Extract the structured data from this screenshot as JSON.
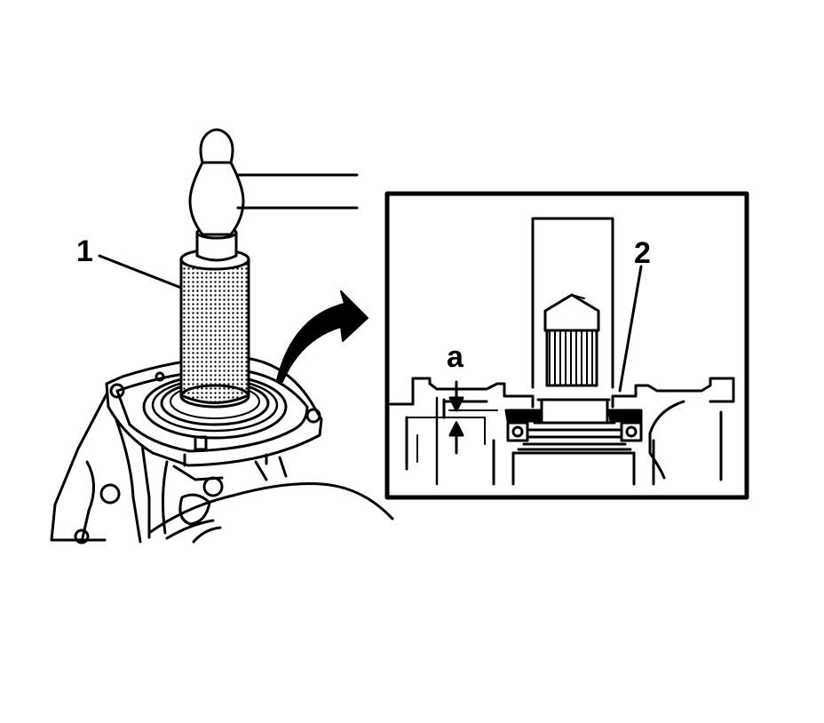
{
  "callouts": {
    "tool": "1",
    "seal": "2",
    "dimension": "a"
  }
}
